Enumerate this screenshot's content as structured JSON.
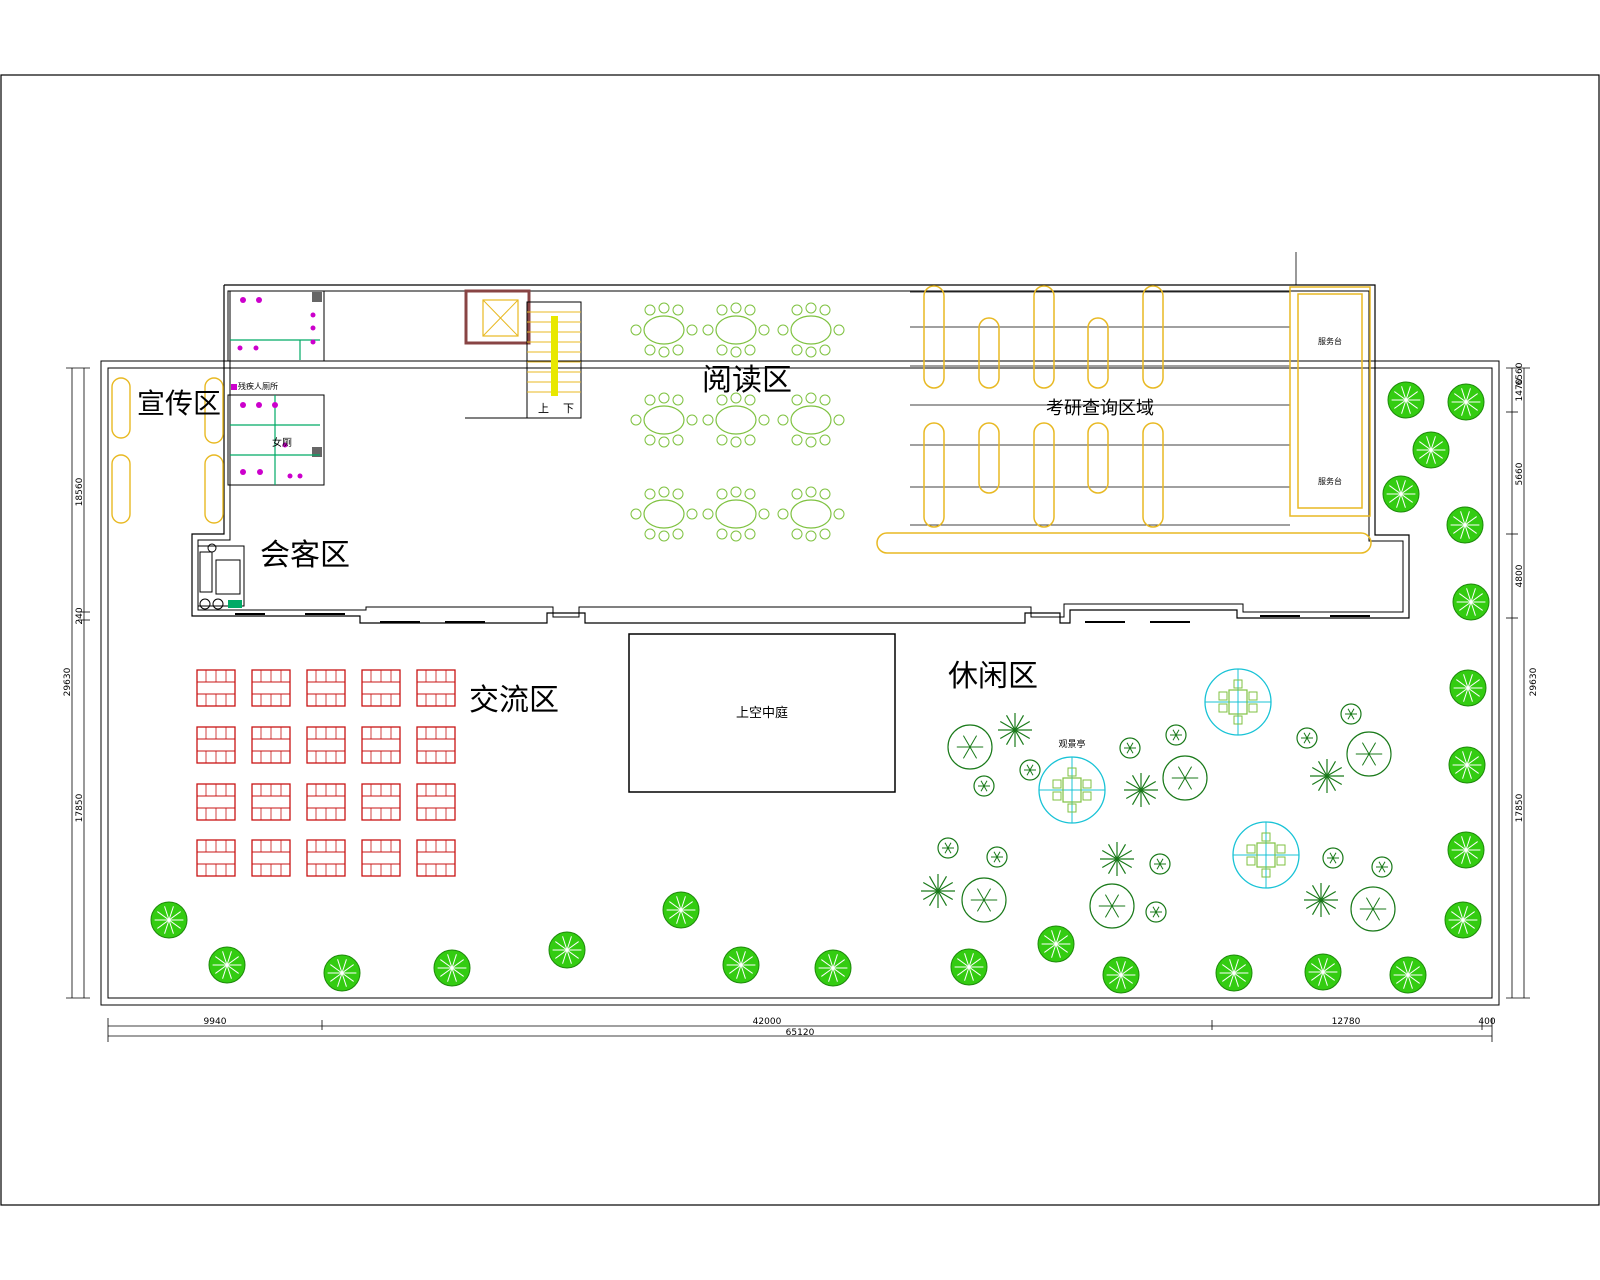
{
  "zones": {
    "publicity": "宣传区",
    "reading": "阅读区",
    "study": "考研查询区域",
    "reception": "会客区",
    "exchange": "交流区",
    "leisure": "休闲区",
    "atrium": "上空中庭"
  },
  "rooms": {
    "accessible_wc": "残疾人厕所",
    "female_wc": "女厕",
    "service_desk_1": "服务台",
    "service_desk_2": "服务台",
    "pavilion": "观景亭",
    "stair_up": "上",
    "stair_down": "下"
  },
  "dimensions": {
    "bottom_segments": [
      "9940",
      "42000",
      "12780",
      "400"
    ],
    "bottom_total": "65120",
    "left": [
      "18560",
      "240",
      "29630",
      "17850"
    ],
    "right": [
      "1470",
      "6560",
      "5660",
      "4800",
      "29630",
      "17850"
    ]
  },
  "colors": {
    "wall": "#000000",
    "reading_furniture": "#7fc241",
    "shelving": "#e8b923",
    "exchange_tables": "#c81414",
    "trees": "#33cc11",
    "tree_outline": "#1a7a1a",
    "pavilion": "#19c3d6",
    "sanitary": "#cc00cc",
    "sanitary_partition": "#00aa66"
  }
}
